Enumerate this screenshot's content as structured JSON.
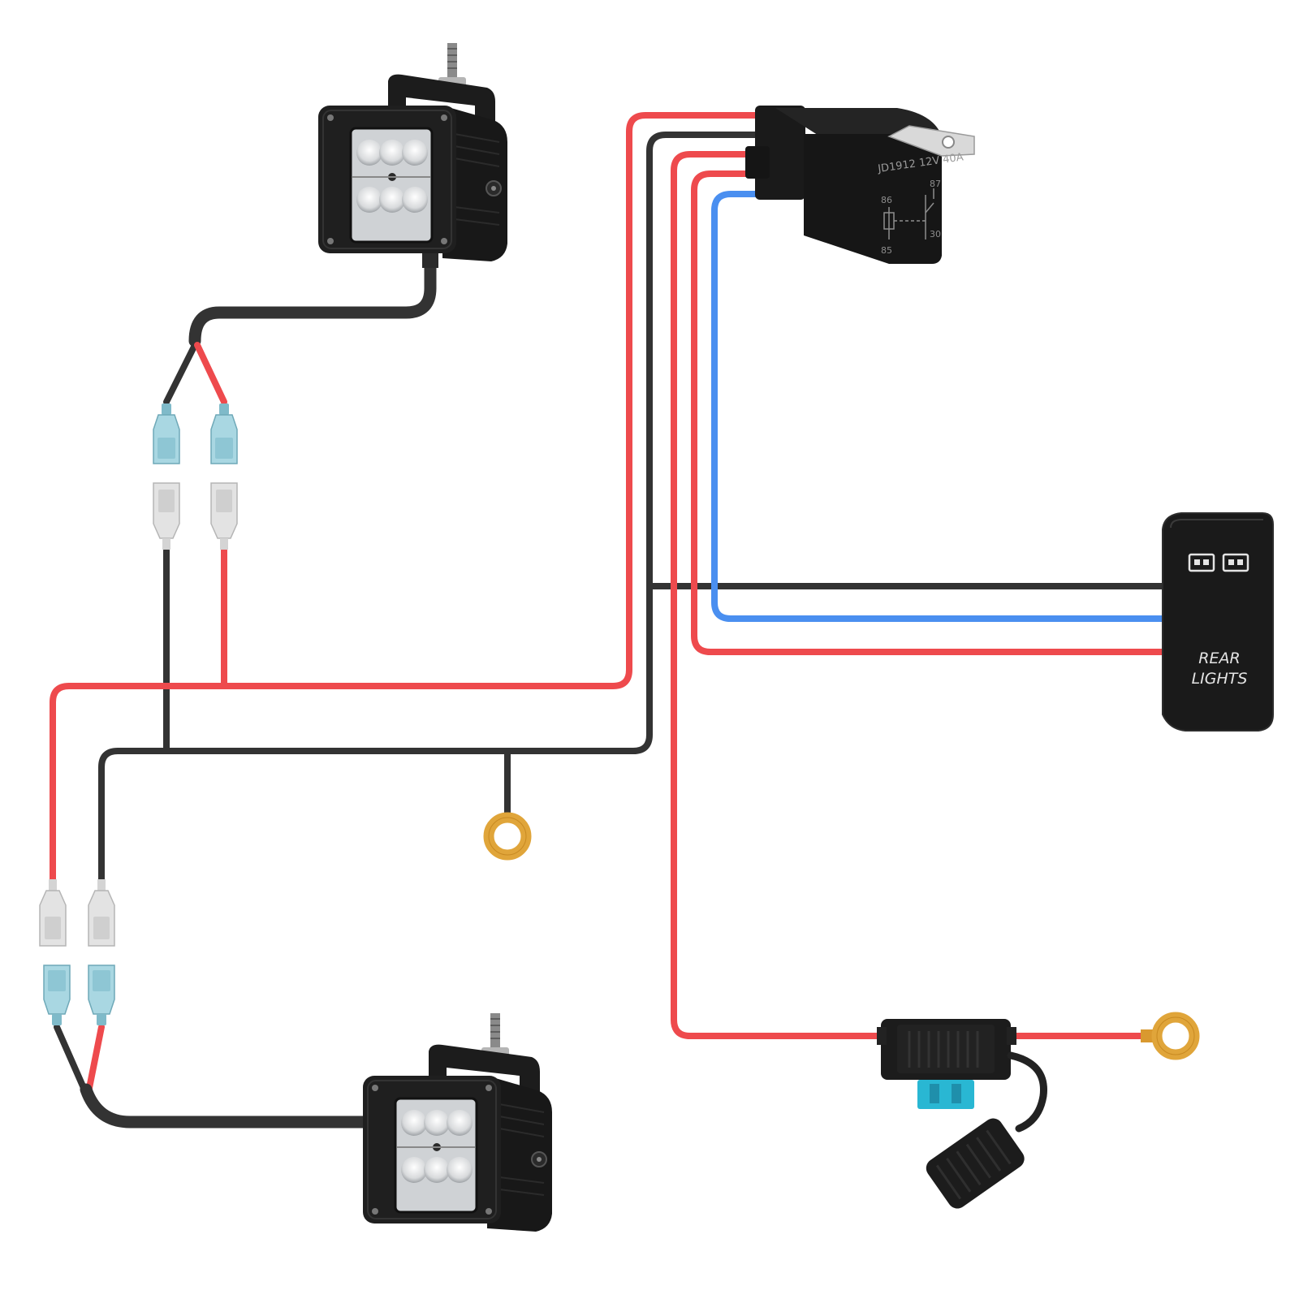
{
  "colors": {
    "red_wire": "#ee4a4d",
    "black_wire": "#333333",
    "blue_wire": "#4a8ff0",
    "light_body": "#1e1e1e",
    "relay_body": "#161616",
    "switch_body": "#1a1a1a",
    "ring_terminal": "#e0a53a",
    "fuse_blade": "#29b7d3",
    "female_connector": "#a9d7e2",
    "male_connector": "#dcdcdc"
  },
  "relay": {
    "model_label": "JD1912 12V 40A",
    "pin_labels": [
      "86",
      "87",
      "85",
      "30"
    ]
  },
  "switch": {
    "label_line1": "REAR",
    "label_line2": "LIGHTS"
  }
}
